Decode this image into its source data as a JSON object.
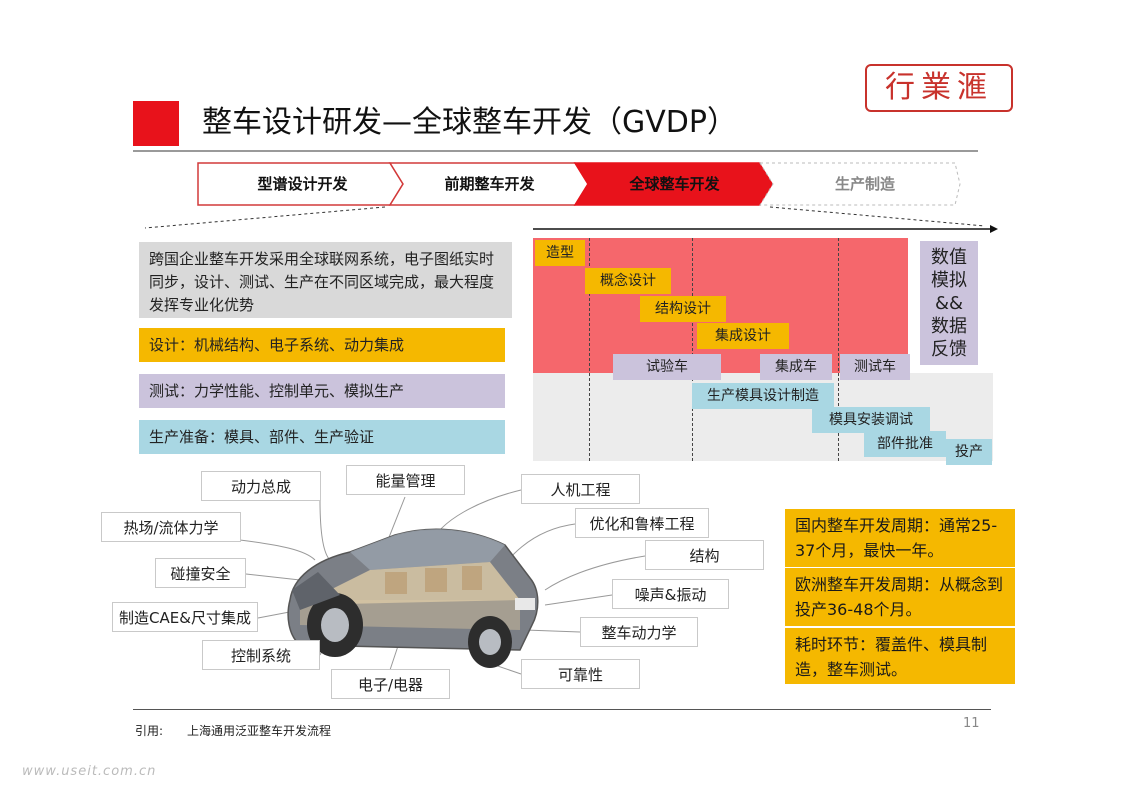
{
  "title": "整车设计研发—全球整车开发（GVDP）",
  "logo": "行業滙",
  "stages": [
    {
      "label": "型谱设计开发",
      "color": "#111111"
    },
    {
      "label": "前期整车开发",
      "color": "#111111"
    },
    {
      "label": "全球整车开发",
      "color": "#111111"
    },
    {
      "label": "生产制造",
      "color": "#888888"
    }
  ],
  "descriptions": {
    "intro": "跨国企业整车开发采用全球联网系统，电子图纸实时同步，设计、测试、生产在不同区域完成，最大程度发挥专业化优势",
    "design": "设计：机械结构、电子系统、动力集成",
    "test": "测试：力学性能、控制单元、模拟生产",
    "production": "生产准备：模具、部件、生产验证"
  },
  "gantt": {
    "tasks": [
      "造型",
      "概念设计",
      "结构设计",
      "集成设计",
      "试验车",
      "集成车",
      "测试车",
      "生产模具设计制造",
      "模具安装调试",
      "部件批准",
      "投产"
    ],
    "feedback": [
      "数值",
      "模拟",
      "&&",
      "数据",
      "反馈"
    ]
  },
  "car_labels": [
    "动力总成",
    "能量管理",
    "热场/流体力学",
    "碰撞安全",
    "制造CAE&尺寸集成",
    "控制系统",
    "电子/电器",
    "人机工程",
    "优化和鲁棒工程",
    "结构",
    "噪声&振动",
    "整车动力学",
    "可靠性"
  ],
  "info_boxes": [
    "国内整车开发周期：通常25-37个月，最快一年。",
    "欧洲整车开发周期：从概念到投产36-48个月。",
    "耗时环节：覆盖件、模具制造，整车测试。"
  ],
  "footer": "引用:　　上海通用泛亚整车开发流程",
  "page_number": "11",
  "watermark": "www.useit.com.cn",
  "colors": {
    "accent_red": "#e8121b",
    "yellow": "#f5b800",
    "lavender": "#cbc3dc",
    "light_blue": "#a9d7e3",
    "gray": "#d9d9d9"
  }
}
